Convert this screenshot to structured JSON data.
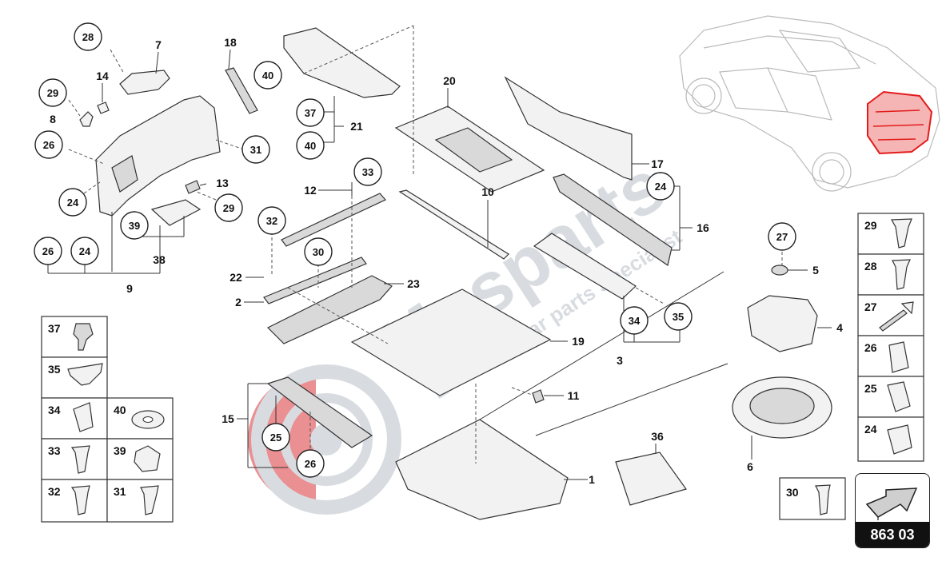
{
  "reference_code": "863 03",
  "watermark": {
    "brand": "Masparts",
    "tagline": "Exclusive car parts Specialist"
  },
  "callouts_circled": [
    {
      "id": "c28",
      "label": "28"
    },
    {
      "id": "c29a",
      "label": "29"
    },
    {
      "id": "c26a",
      "label": "26"
    },
    {
      "id": "c24a",
      "label": "24"
    },
    {
      "id": "c39",
      "label": "39"
    },
    {
      "id": "c26b",
      "label": "26"
    },
    {
      "id": "c24b",
      "label": "24"
    },
    {
      "id": "c29b",
      "label": "29"
    },
    {
      "id": "c31",
      "label": "31"
    },
    {
      "id": "c40a",
      "label": "40"
    },
    {
      "id": "c37",
      "label": "37"
    },
    {
      "id": "c40b",
      "label": "40"
    },
    {
      "id": "c33",
      "label": "33"
    },
    {
      "id": "c32",
      "label": "32"
    },
    {
      "id": "c30",
      "label": "30"
    },
    {
      "id": "c24c",
      "label": "24"
    },
    {
      "id": "c27",
      "label": "27"
    },
    {
      "id": "c34",
      "label": "34"
    },
    {
      "id": "c35",
      "label": "35"
    },
    {
      "id": "c25",
      "label": "25"
    },
    {
      "id": "c26c",
      "label": "26"
    }
  ],
  "labels_plain": [
    {
      "id": "p7",
      "label": "7"
    },
    {
      "id": "p18",
      "label": "18"
    },
    {
      "id": "p14",
      "label": "14"
    },
    {
      "id": "p8",
      "label": "8"
    },
    {
      "id": "p13",
      "label": "13"
    },
    {
      "id": "p38",
      "label": "38"
    },
    {
      "id": "p9",
      "label": "9"
    },
    {
      "id": "p21",
      "label": "21"
    },
    {
      "id": "p20",
      "label": "20"
    },
    {
      "id": "p17",
      "label": "17"
    },
    {
      "id": "p12",
      "label": "12"
    },
    {
      "id": "p10",
      "label": "10"
    },
    {
      "id": "p16",
      "label": "16"
    },
    {
      "id": "p22",
      "label": "22"
    },
    {
      "id": "p2",
      "label": "2"
    },
    {
      "id": "p23",
      "label": "23"
    },
    {
      "id": "p19",
      "label": "19"
    },
    {
      "id": "p3",
      "label": "3"
    },
    {
      "id": "p5",
      "label": "5"
    },
    {
      "id": "p4",
      "label": "4"
    },
    {
      "id": "p11",
      "label": "11"
    },
    {
      "id": "p15",
      "label": "15"
    },
    {
      "id": "p1",
      "label": "1"
    },
    {
      "id": "p36",
      "label": "36"
    },
    {
      "id": "p6",
      "label": "6"
    }
  ],
  "left_legend": [
    "37",
    "35",
    "34",
    "40",
    "33",
    "39",
    "32",
    "31"
  ],
  "right_legend": [
    "29",
    "28",
    "27",
    "26",
    "25",
    "24"
  ],
  "single_legend": "30",
  "colors": {
    "highlight": "#e31b1b",
    "watermark_gray": "#b9bfc7",
    "watermark_red": "#d9343a"
  }
}
